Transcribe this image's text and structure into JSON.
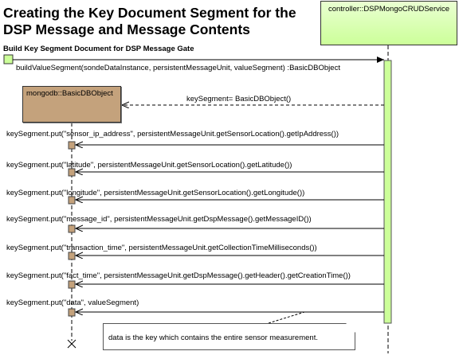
{
  "title": "Creating the Key Document Segment for the DSP Message and Message Contents",
  "gate_label": "Build Key Segment Document for DSP Message Gate",
  "lifelines": {
    "service": "controller::DSPMongoCRUDService",
    "object": "mongodb::BasicDBObject"
  },
  "messages": {
    "build": "buildValueSegment(sondeDataInstance, persistentMessageUnit, valueSegment) :BasicDBObject",
    "return": "keySegment= BasicDBObject()",
    "puts": [
      "keySegment.put(\"sensor_ip_address\", persistentMessageUnit.getSensorLocation().getIpAddress())",
      "keySegment.put(\"latitude\", persistentMessageUnit.getSensorLocation().getLatitude())",
      "keySegment.put(\"longitude\", persistentMessageUnit.getSensorLocation().getLongitude())",
      "keySegment.put(\"message_id\", persistentMessageUnit.getDspMessage().getMessageID())",
      "keySegment.put(\"transaction_time\", persistentMessageUnit.getCollectionTimeMilliseconds())",
      "keySegment.put(\"fact_time\", persistentMessageUnit.getDspMessage().getHeader().getCreationTime())",
      "keySegment.put(\"data\", valueSegment)"
    ]
  },
  "note": "data is the key which contains the entire sensor measurement.",
  "colors": {
    "service_lifeline": "#ccff99",
    "object_box": "#c4a27c",
    "activation_green": "#ccff99",
    "activation_brown": "#c4a27c"
  }
}
